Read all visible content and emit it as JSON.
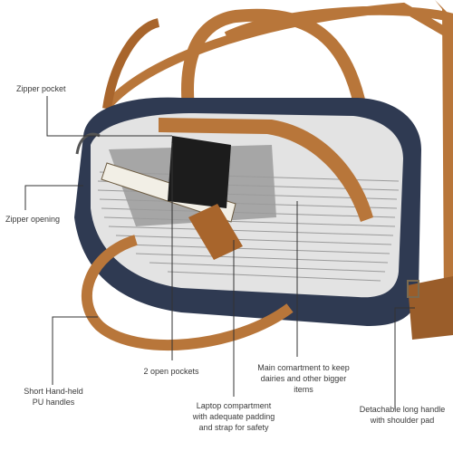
{
  "callouts": {
    "zipper_pocket": "Zipper pocket",
    "zipper_opening": "Zipper opening",
    "handles": "Short Hand-held\nPU handles",
    "open_pockets": "2 open pockets",
    "laptop_compartment": "Laptop compartment\nwith adequate padding\nand strap for safety",
    "main_compartment": "Main comartment to keep\ndairies and other bigger\nitems",
    "shoulder_handle": "Detachable long handle\nwith shoulder pad"
  },
  "colors": {
    "bag_canvas": "#2f3a52",
    "leather": "#b8763a",
    "lining": "#d9d9d9",
    "background": "#ffffff"
  }
}
